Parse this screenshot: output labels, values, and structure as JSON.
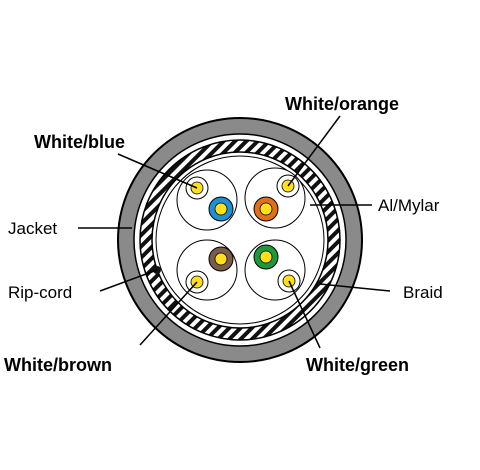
{
  "labels": {
    "white_orange": "White/orange",
    "white_blue": "White/blue",
    "al_mylar": "Al/Mylar",
    "jacket": "Jacket",
    "rip_cord": "Rip-cord",
    "braid": "Braid",
    "white_brown": "White/brown",
    "white_green": "White/green"
  },
  "colors": {
    "jacket": "#8a8a8a",
    "blue": "#1e90d8",
    "orange": "#e0701a",
    "brown": "#7a5c4a",
    "green": "#1a9a3a",
    "white_stripe": "#ffe01a"
  }
}
